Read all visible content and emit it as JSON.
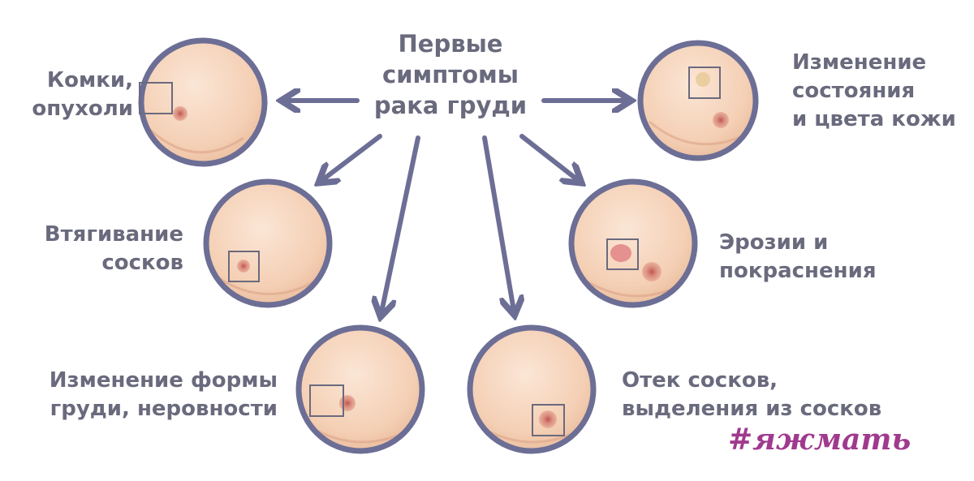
{
  "title": "Первые\nсимптомы\nрака груди",
  "symptoms": [
    {
      "label": "Комки,\nопухоли"
    },
    {
      "label": "Изменение\nсостояния\nи цвета кожи"
    },
    {
      "label": "Втягивание\nсосков"
    },
    {
      "label": "Эрозии и\nпокраснения"
    },
    {
      "label": "Изменение формы\nгруди, неровности"
    },
    {
      "label": "Отек сосков,\nвыделения из сосков"
    }
  ],
  "watermark": "#яжмать",
  "colors": {
    "text": "#6a6a7e",
    "arrow": "#6c6e95",
    "circle_border": "#6c6e95",
    "skin": "#f6d2b8",
    "brand": "#a03a8e"
  }
}
